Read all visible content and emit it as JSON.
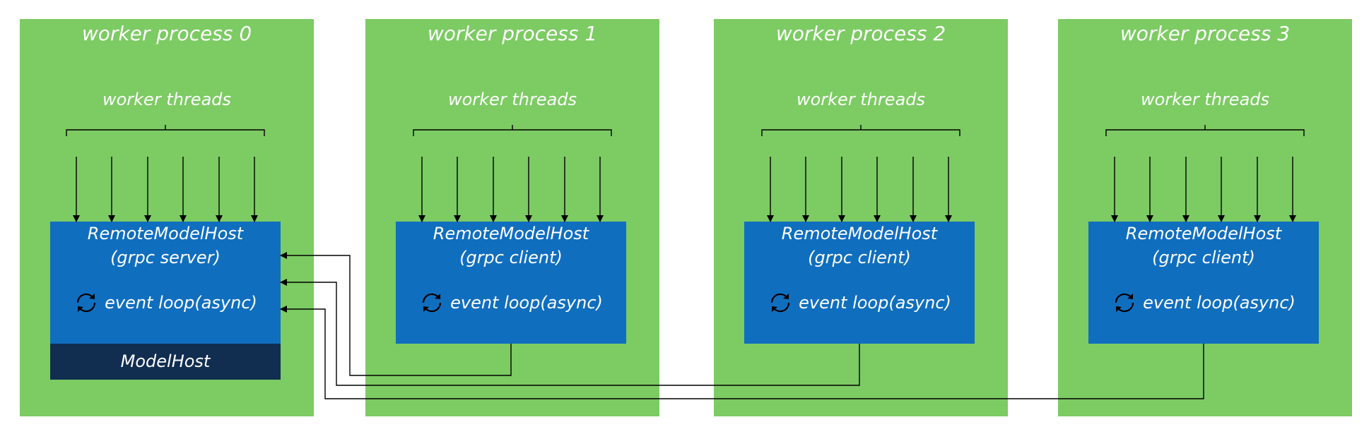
{
  "processes": [
    {
      "title": "worker process 0",
      "threads_label": "worker threads",
      "host_title": "RemoteModelHost",
      "host_role": "(grpc server)",
      "event_loop": "event loop(async)",
      "model_host": "ModelHost"
    },
    {
      "title": "worker process 1",
      "threads_label": "worker threads",
      "host_title": "RemoteModelHost",
      "host_role": "(grpc client)",
      "event_loop": "event loop(async)"
    },
    {
      "title": "worker process 2",
      "threads_label": "worker threads",
      "host_title": "RemoteModelHost",
      "host_role": "(grpc client)",
      "event_loop": "event loop(async)"
    },
    {
      "title": "worker process 3",
      "threads_label": "worker threads",
      "host_title": "RemoteModelHost",
      "host_role": "(grpc client)",
      "event_loop": "event loop(async)"
    }
  ],
  "icons": {
    "event_loop": "refresh-icon"
  },
  "colors": {
    "process_bg": "#7ccb63",
    "host_bg": "#106ebf",
    "model_host_bg": "#112e51",
    "text": "#ffffff",
    "line": "#000000"
  }
}
